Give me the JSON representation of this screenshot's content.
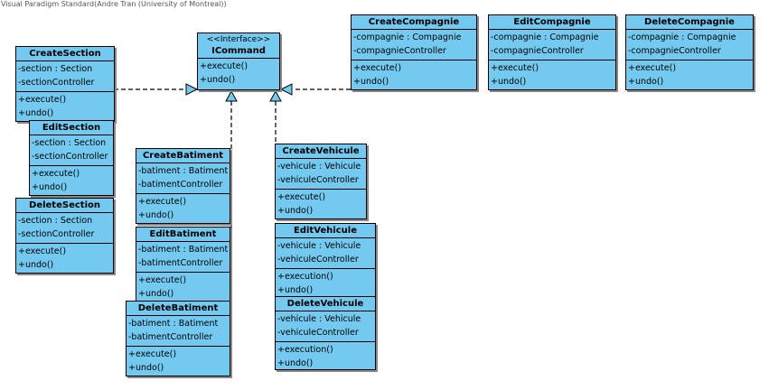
{
  "watermark": "Visual Paradigm Standard(Andre Tran (University of Montreal))",
  "interface": {
    "stereotype": "<<Interface>>",
    "name": "ICommand",
    "ops": [
      "+execute()",
      "+undo()"
    ]
  },
  "classes": {
    "createCompagnie": {
      "name": "CreateCompagnie",
      "attrs": [
        "-compagnie : Compagnie",
        "-compagnieController"
      ],
      "ops": [
        "+execute()",
        "+undo()"
      ]
    },
    "editCompagnie": {
      "name": "EditCompagnie",
      "attrs": [
        "-compagnie : Compagnie",
        "-compagnieController"
      ],
      "ops": [
        "+execute()",
        "+undo()"
      ]
    },
    "deleteCompagnie": {
      "name": "DeleteCompagnie",
      "attrs": [
        "-compagnie : Compagnie",
        "-compagnieController"
      ],
      "ops": [
        "+execute()",
        "+undo()"
      ]
    },
    "createSection": {
      "name": "CreateSection",
      "attrs": [
        "-section : Section",
        "-sectionController"
      ],
      "ops": [
        "+execute()",
        "+undo()"
      ]
    },
    "editSection": {
      "name": "EditSection",
      "attrs": [
        "-section : Section",
        "-sectionController"
      ],
      "ops": [
        "+execute()",
        "+undo()"
      ]
    },
    "deleteSection": {
      "name": "DeleteSection",
      "attrs": [
        "-section : Section",
        "-sectionController"
      ],
      "ops": [
        "+execute()",
        "+undo()"
      ]
    },
    "createBatiment": {
      "name": "CreateBatiment",
      "attrs": [
        "-batiment : Batiment",
        "-batimentController"
      ],
      "ops": [
        "+execute()",
        "+undo()"
      ]
    },
    "editBatiment": {
      "name": "EditBatiment",
      "attrs": [
        "-batiment : Batiment",
        "-batimentController"
      ],
      "ops": [
        "+execute()",
        "+undo()"
      ]
    },
    "deleteBatiment": {
      "name": "DeleteBatiment",
      "attrs": [
        "-batiment : Batiment",
        "-batimentController"
      ],
      "ops": [
        "+execute()",
        "+undo()"
      ]
    },
    "createVehicule": {
      "name": "CreateVehicule",
      "attrs": [
        "-vehicule : Vehicule",
        "-vehiculeController"
      ],
      "ops": [
        "+execute()",
        "+undo()"
      ]
    },
    "editVehicule": {
      "name": "EditVehicule",
      "attrs": [
        "-vehicule : Vehicule",
        "-vehiculeController"
      ],
      "ops": [
        "+execution()",
        "+undo()"
      ]
    },
    "deleteVehicule": {
      "name": "DeleteVehicule",
      "attrs": [
        "-vehicule : Vehicule",
        "-vehiculeController"
      ],
      "ops": [
        "+execution()",
        "+undo()"
      ]
    }
  }
}
